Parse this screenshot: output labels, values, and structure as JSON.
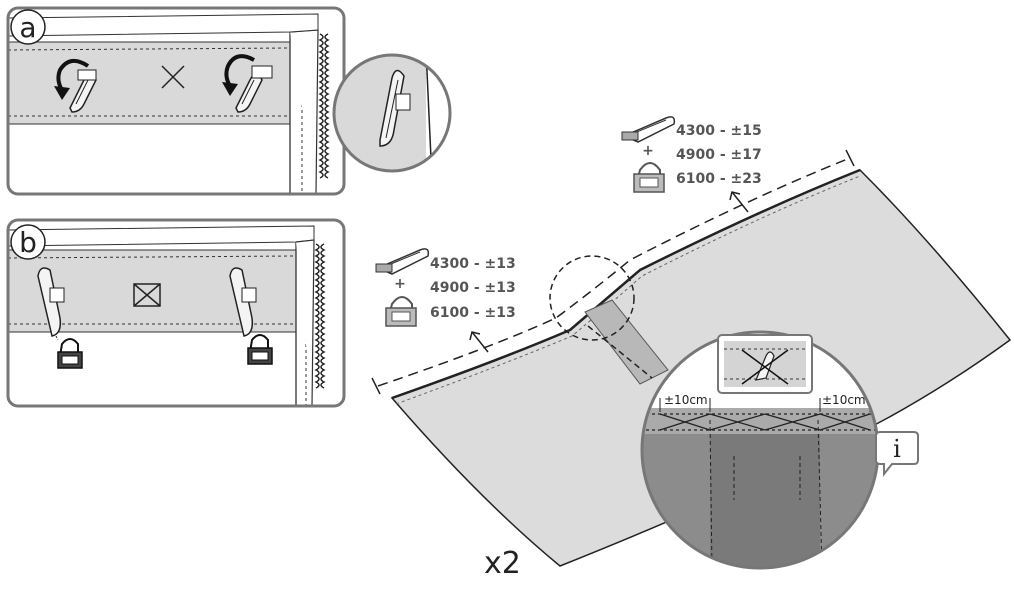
{
  "panels": {
    "a": {
      "label": "a"
    },
    "b": {
      "label": "b"
    }
  },
  "quantities": {
    "left": [
      {
        "text": "4300 - ±13"
      },
      {
        "text": "4900 - ±13"
      },
      {
        "text": "6100 - ±13"
      }
    ],
    "right": [
      {
        "text": "4300 - ±15"
      },
      {
        "text": "4900 - ±17"
      },
      {
        "text": "6100 - ±23"
      }
    ],
    "plus": "+"
  },
  "multiplier": "x2",
  "spacing": {
    "left": "±10cm",
    "right": "±10cm"
  },
  "info_badge": "i"
}
